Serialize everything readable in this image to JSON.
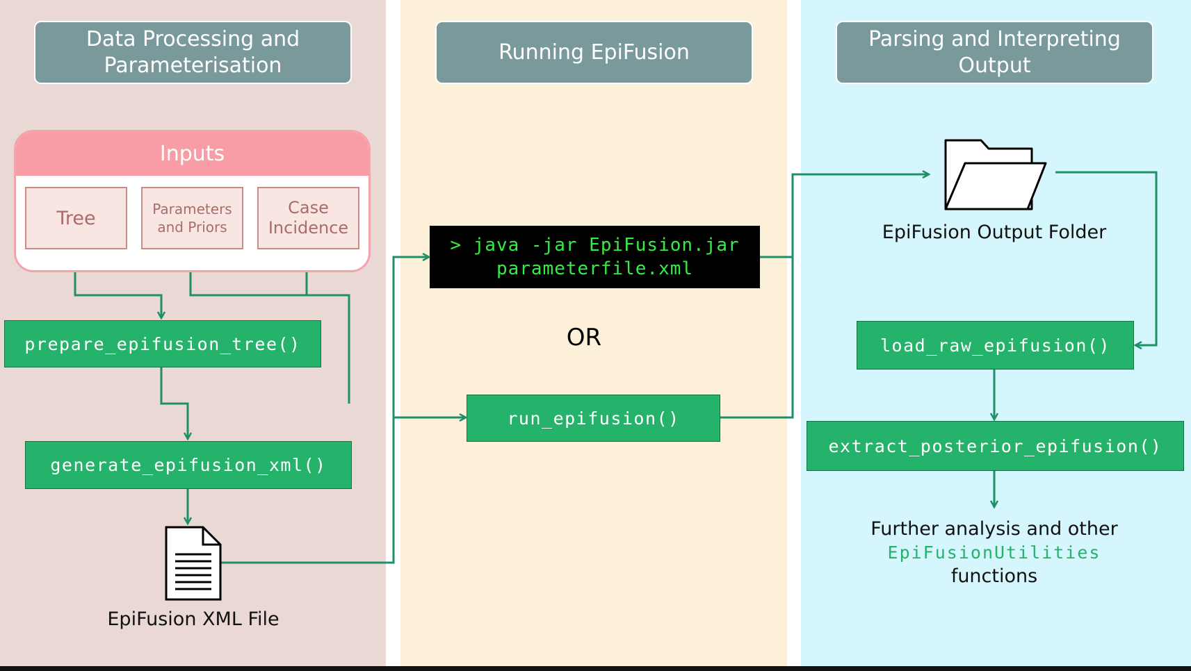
{
  "columns": {
    "processing": {
      "header": [
        "Data Processing and",
        "Parameterisation"
      ],
      "color": "#e9d8d3"
    },
    "running": {
      "header": [
        "Running EpiFusion"
      ],
      "color": "#fdf0d9"
    },
    "parsing": {
      "header": [
        "Parsing and Interpreting",
        "Output"
      ],
      "color": "#d6f6fd"
    }
  },
  "inputs": {
    "title": "Inputs",
    "items": [
      {
        "lines": [
          "Tree"
        ]
      },
      {
        "lines": [
          "Parameters",
          "and Priors"
        ]
      },
      {
        "lines": [
          "Case",
          "Incidence"
        ]
      }
    ]
  },
  "functions": {
    "prepare_tree": "prepare_epifusion_tree()",
    "generate_xml": "generate_epifusion_xml()",
    "run": "run_epifusion()",
    "load_raw": "load_raw_epifusion()",
    "extract_posterior": "extract_posterior_epifusion()"
  },
  "terminal": {
    "lines": [
      "> java -jar EpiFusion.jar",
      "parameterfile.xml"
    ]
  },
  "or_label": "OR",
  "files": {
    "xml_label": "EpiFusion XML File",
    "output_label": "EpiFusion Output Folder"
  },
  "further": {
    "line1": "Further analysis and other",
    "package": "EpiFusionUtilities",
    "line3": "functions"
  },
  "colors": {
    "header_bg": "#79999b",
    "function_bg": "#25b26a",
    "arrow": "#1f8f68",
    "inputs_header": "#f89da6",
    "terminal_text": "#33ee44"
  },
  "icons": {
    "file": "document-icon",
    "folder": "folder-icon"
  }
}
